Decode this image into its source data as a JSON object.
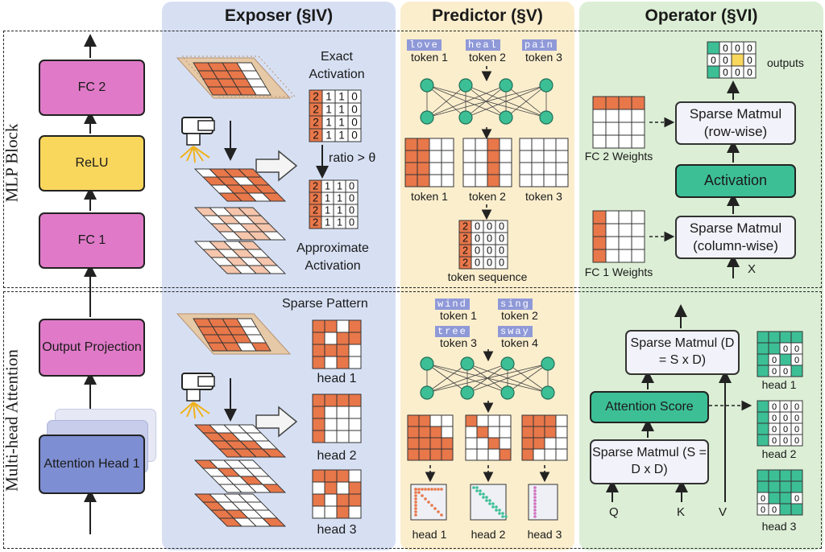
{
  "sections": {
    "exposer": "Exposer (§IV)",
    "predictor": "Predictor (§V)",
    "operator": "Operator (§VI)"
  },
  "side_labels": {
    "mlp": "MLP Block",
    "mha": "Multi-head Attention"
  },
  "model": {
    "fc2": "FC 2",
    "relu": "ReLU",
    "fc1": "FC 1",
    "output_projection": "Output Projection",
    "attention_head": "Attention Head 1"
  },
  "exposer": {
    "exact": "Exact Activation",
    "ratio": "ratio > θ",
    "approx": "Approximate Activation",
    "sparse_pattern": "Sparse Pattern",
    "heads": [
      "head 1",
      "head 2",
      "head 3"
    ],
    "exact_matrix": [
      [
        "2",
        "1",
        "1",
        "0"
      ],
      [
        "2",
        "1",
        "1",
        "0"
      ],
      [
        "2",
        "1",
        "1",
        "0"
      ],
      [
        "2",
        "1",
        "1",
        "0"
      ]
    ],
    "approx_matrix": [
      [
        "2",
        "1",
        "1",
        "0"
      ],
      [
        "2",
        "1",
        "1",
        "0"
      ],
      [
        "2",
        "1",
        "1",
        "0"
      ],
      [
        "2",
        "1",
        "1",
        "0"
      ]
    ]
  },
  "predictor": {
    "mlp_tokens": [
      {
        "word": "love",
        "label": "token 1"
      },
      {
        "word": "heal",
        "label": "token 2"
      },
      {
        "word": "pain",
        "label": "token 3"
      }
    ],
    "mlp_outputs": [
      "token 1",
      "token 2",
      "token 3"
    ],
    "seq_matrix": [
      [
        "2",
        "0",
        "0",
        "0"
      ],
      [
        "2",
        "0",
        "0",
        "0"
      ],
      [
        "2",
        "0",
        "0",
        "0"
      ],
      [
        "2",
        "0",
        "0",
        "0"
      ]
    ],
    "seq_label": "token sequence",
    "attn_tokens": [
      {
        "word": "wind",
        "label": "token 1"
      },
      {
        "word": "sing",
        "label": "token 2"
      },
      {
        "word": "tree",
        "label": "token 3"
      },
      {
        "word": "sway",
        "label": "token 4"
      }
    ],
    "attn_heads": [
      "head 1",
      "head 2",
      "head 3"
    ]
  },
  "operator": {
    "outputs": "outputs",
    "sparse_row": "Sparse Matmul (row-wise)",
    "activation": "Activation",
    "sparse_col": "Sparse Matmul (column-wise)",
    "fc2_weights": "FC 2 Weights",
    "fc1_weights": "FC 1 Weights",
    "x": "X",
    "matmul_dsd": "Sparse Matmul (D = S x D)",
    "attention_score": "Attention Score",
    "matmul_sdd": "Sparse Matmul (S = D x D)",
    "q": "Q",
    "k": "K",
    "v": "V",
    "heads": [
      "head 1",
      "head 2",
      "head 3"
    ],
    "output_rows": [
      [
        "",
        "0",
        "0",
        "0"
      ],
      [
        "0",
        "0",
        "",
        "0"
      ],
      [
        "",
        "0",
        "0",
        "0"
      ]
    ]
  },
  "colors": {
    "exposer_bg": "#d7e0f3",
    "predictor_bg": "#fbeecd",
    "operator_bg": "#dcefd6",
    "orange": "#e8774a",
    "teal": "#3dbf96",
    "pink": "#e07ac8",
    "yellow": "#f9d65c",
    "blue": "#7e8ed2"
  }
}
